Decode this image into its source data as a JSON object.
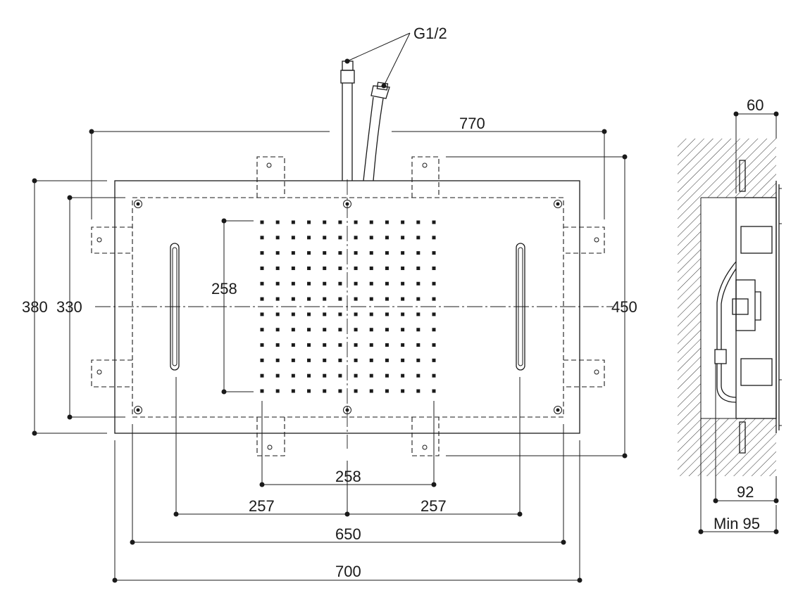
{
  "labels": {
    "connection": "G1/2",
    "width_overall": "770",
    "height_total": "450",
    "height_plate": "380",
    "height_inner": "330",
    "nozzle_field_height": "258",
    "nozzle_field_width": "258",
    "led_offset_left": "257",
    "led_offset_right": "257",
    "inner_width": "650",
    "plate_width": "700",
    "plate_thickness": "60",
    "body_depth": "92",
    "min_depth": "Min 95"
  }
}
